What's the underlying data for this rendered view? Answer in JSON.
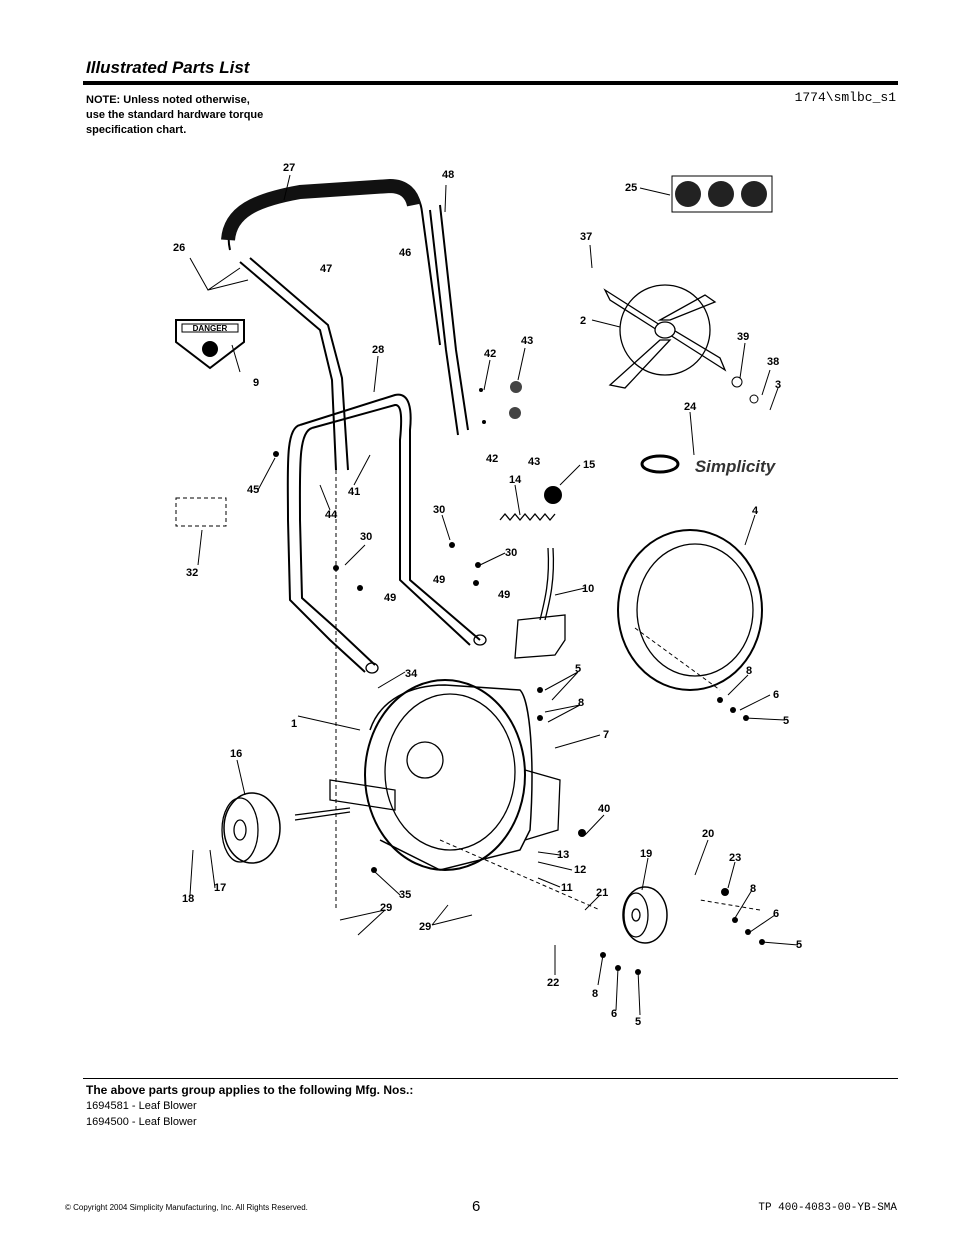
{
  "header": {
    "title": "Illustrated Parts List",
    "note_lines": [
      "NOTE: Unless noted otherwise,",
      "use the standard hardware torque",
      "specification chart."
    ],
    "drawing_id": "1774\\smlbc_s1"
  },
  "diagram": {
    "danger_decal_text": "DANGER",
    "brand_decal_text": "Simplicity",
    "callouts": [
      "1",
      "2",
      "3",
      "4",
      "5",
      "6",
      "7",
      "8",
      "9",
      "10",
      "11",
      "12",
      "13",
      "14",
      "15",
      "16",
      "17",
      "18",
      "19",
      "20",
      "21",
      "22",
      "23",
      "24",
      "25",
      "26",
      "27",
      "28",
      "29",
      "30",
      "32",
      "34",
      "35",
      "37",
      "38",
      "39",
      "40",
      "41",
      "42",
      "43",
      "44",
      "45",
      "46",
      "47",
      "48",
      "49"
    ]
  },
  "footer": {
    "applies_heading": "The above parts group applies to the following Mfg. Nos.:",
    "mfg_numbers": [
      "1694581 - Leaf Blower",
      "1694500 - Leaf Blower"
    ],
    "copyright": "© Copyright 2004 Simplicity Manufacturing, Inc. All Rights Reserved.",
    "page_number": "6",
    "doc_code": "TP 400-4083-00-YB-SMA"
  }
}
